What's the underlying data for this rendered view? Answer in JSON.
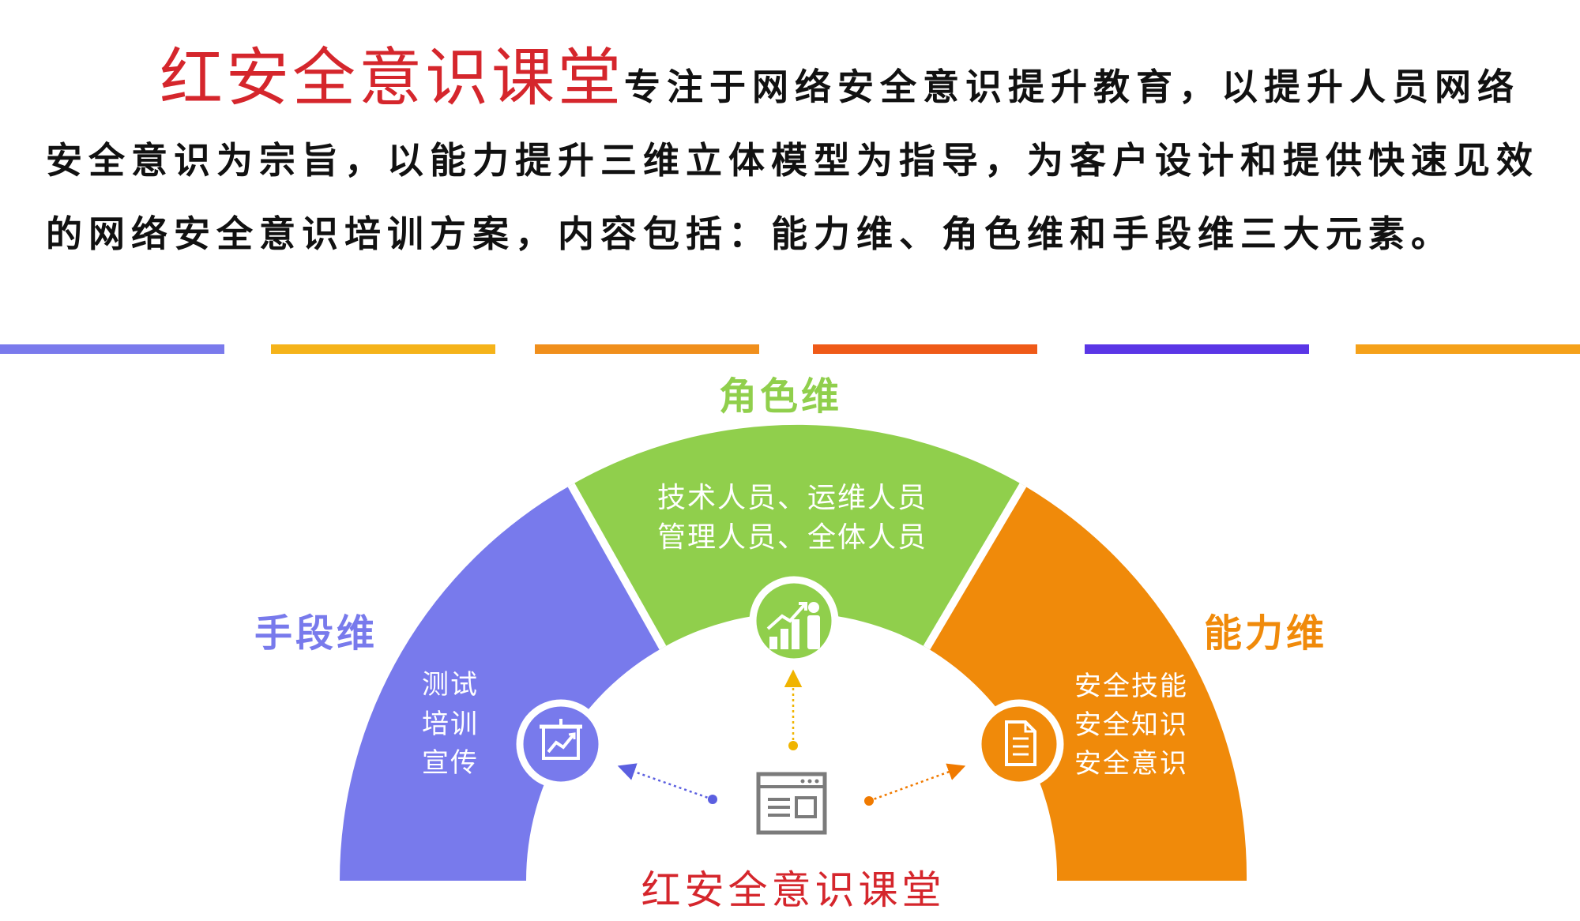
{
  "intro": {
    "brand": "红安全意识课堂",
    "text": "专注于网络安全意识提升教育，以提升人员网络安全意识为宗旨，以能力提升三维立体模型为指导，为客户设计和提供快速见效的网络安全意识培训方案，内容包括：能力维、角色维和手段维三大元素。"
  },
  "dividers": [
    {
      "color": "#7a7aec"
    },
    {
      "color": "#f5b31a"
    },
    {
      "color": "#f08f1c"
    },
    {
      "color": "#ef5a18"
    },
    {
      "color": "#5a36e6"
    },
    {
      "color": "#f5a11a"
    }
  ],
  "diagram": {
    "center_label": "红安全意识课堂",
    "segments": {
      "method": {
        "title": "手段维",
        "color": "#787aec",
        "items": [
          "测试",
          "培训",
          "宣传"
        ],
        "icon": "presentation-chart-icon"
      },
      "role": {
        "title": "角色维",
        "color": "#90cf4c",
        "items": [
          "技术人员、运维人员",
          "管理人员、全体人员"
        ],
        "icon": "growth-person-icon"
      },
      "ability": {
        "title": "能力维",
        "color": "#f08a0a",
        "items": [
          "安全技能",
          "安全知识",
          "安全意识"
        ],
        "icon": "document-icon"
      }
    },
    "center_icon": "browser-window-icon",
    "arrow_colors": {
      "left": "#5b5fe0",
      "up": "#f0b400",
      "right": "#f07a00"
    }
  }
}
